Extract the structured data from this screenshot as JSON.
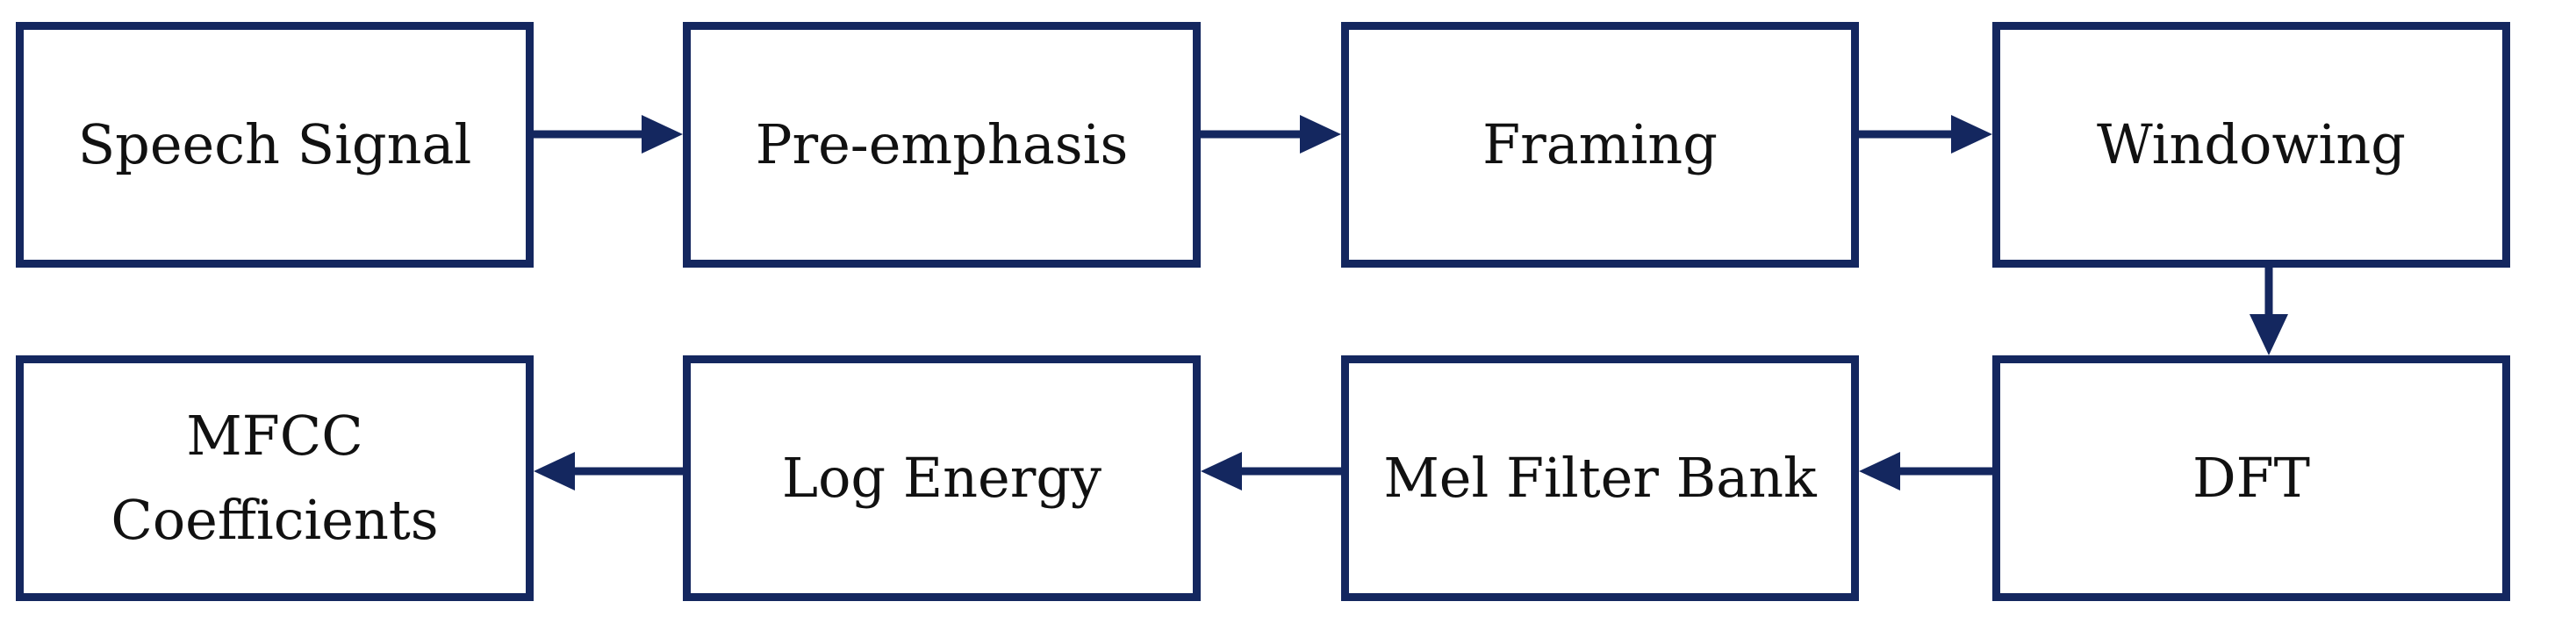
{
  "diagram": {
    "accent_color": "#14275f",
    "steps": [
      {
        "id": "speech-signal",
        "label": "Speech Signal"
      },
      {
        "id": "pre-emphasis",
        "label": "Pre-emphasis"
      },
      {
        "id": "framing",
        "label": "Framing"
      },
      {
        "id": "windowing",
        "label": "Windowing"
      },
      {
        "id": "dft",
        "label": "DFT"
      },
      {
        "id": "mel-filter-bank",
        "label": "Mel Filter Bank"
      },
      {
        "id": "log-energy",
        "label": "Log Energy"
      },
      {
        "id": "mfcc-coefficients",
        "label": "MFCC\nCoefficients"
      }
    ],
    "flow": [
      [
        "speech-signal",
        "pre-emphasis"
      ],
      [
        "pre-emphasis",
        "framing"
      ],
      [
        "framing",
        "windowing"
      ],
      [
        "windowing",
        "dft"
      ],
      [
        "dft",
        "mel-filter-bank"
      ],
      [
        "mel-filter-bank",
        "log-energy"
      ],
      [
        "log-energy",
        "mfcc-coefficients"
      ]
    ]
  }
}
